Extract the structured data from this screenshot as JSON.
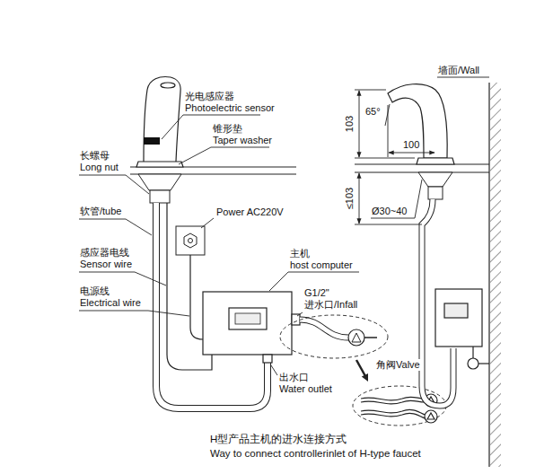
{
  "diagram": {
    "labels": [
      "光电感应器",
      "Photoelectric sensor",
      "锥形垫",
      "Taper washer",
      "长螺母",
      "Long nut",
      "软管/tube",
      "Power AC220V",
      "感应器电线",
      "Sensor wire",
      "主机",
      "host computer",
      "电源线",
      "Electrical wire",
      "G1/2\"",
      "进水口/Infall",
      "角阀Valve",
      "出水口",
      "Water outlet",
      "H型产品主机的进水连接方式",
      "Way to connect controllerinlet of H-type faucet",
      "墙面/Wall",
      "65°",
      "103",
      "100",
      "≤103",
      "Ø30~40"
    ]
  }
}
